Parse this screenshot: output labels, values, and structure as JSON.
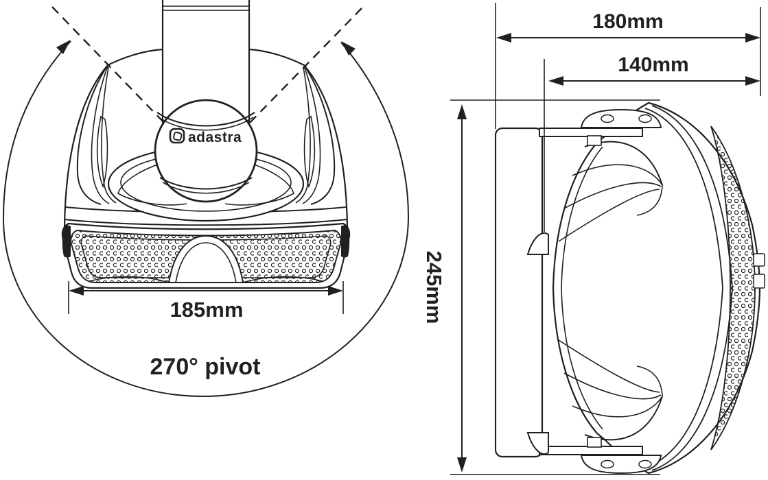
{
  "diagram": {
    "background_color": "#ffffff",
    "line_color": "#231f20",
    "brand": {
      "logo_text": "adastra"
    },
    "front_view": {
      "width_label": "185mm",
      "pivot_label": "270° pivot"
    },
    "side_view": {
      "depth_label": "180mm",
      "bracket_depth_label": "140mm",
      "height_label": "245mm"
    },
    "dimensions": {
      "width_mm": 185,
      "pivot_degrees": 270,
      "depth_mm": 180,
      "bracket_depth_mm": 140,
      "height_mm": 245
    }
  }
}
